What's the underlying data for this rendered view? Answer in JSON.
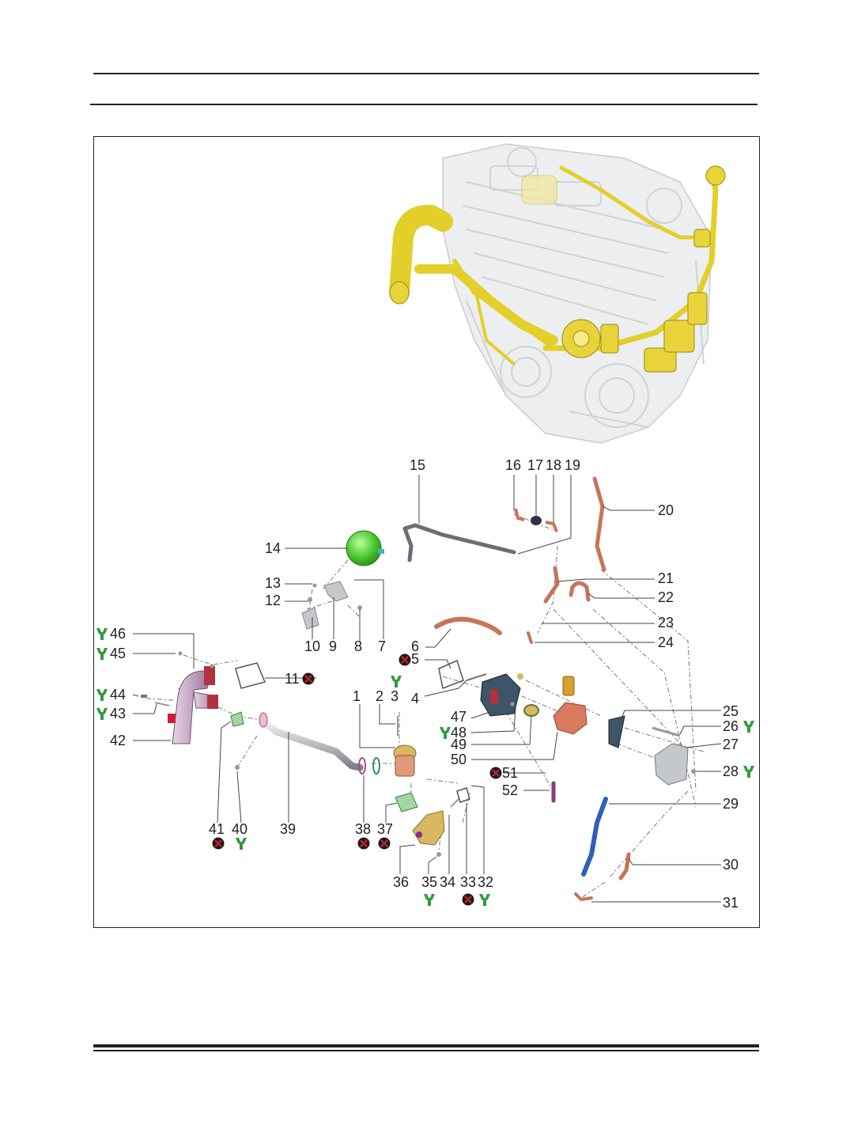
{
  "diagram": {
    "parts": [
      {
        "num": "1"
      },
      {
        "num": "2"
      },
      {
        "num": "3",
        "mark": "torque"
      },
      {
        "num": "4"
      },
      {
        "num": "5",
        "mark": "replace"
      },
      {
        "num": "6"
      },
      {
        "num": "7"
      },
      {
        "num": "8"
      },
      {
        "num": "9"
      },
      {
        "num": "10"
      },
      {
        "num": "11",
        "mark": "replace"
      },
      {
        "num": "12"
      },
      {
        "num": "13"
      },
      {
        "num": "14"
      },
      {
        "num": "15"
      },
      {
        "num": "16"
      },
      {
        "num": "17"
      },
      {
        "num": "18"
      },
      {
        "num": "19"
      },
      {
        "num": "20"
      },
      {
        "num": "21"
      },
      {
        "num": "22"
      },
      {
        "num": "23"
      },
      {
        "num": "24"
      },
      {
        "num": "25"
      },
      {
        "num": "26",
        "mark": "torque"
      },
      {
        "num": "27"
      },
      {
        "num": "28",
        "mark": "torque"
      },
      {
        "num": "29"
      },
      {
        "num": "30"
      },
      {
        "num": "31"
      },
      {
        "num": "32",
        "mark": "torque"
      },
      {
        "num": "33",
        "mark": "replace"
      },
      {
        "num": "34"
      },
      {
        "num": "35",
        "mark": "torque"
      },
      {
        "num": "36"
      },
      {
        "num": "37",
        "mark": "replace"
      },
      {
        "num": "38",
        "mark": "replace"
      },
      {
        "num": "39"
      },
      {
        "num": "40",
        "mark": "torque"
      },
      {
        "num": "41",
        "mark": "replace"
      },
      {
        "num": "42"
      },
      {
        "num": "43",
        "mark": "torque"
      },
      {
        "num": "44",
        "mark": "torque"
      },
      {
        "num": "45",
        "mark": "torque"
      },
      {
        "num": "46",
        "mark": "torque"
      },
      {
        "num": "47"
      },
      {
        "num": "48",
        "mark": "torque"
      },
      {
        "num": "49"
      },
      {
        "num": "50"
      },
      {
        "num": "51",
        "mark": "replace"
      },
      {
        "num": "52"
      }
    ],
    "icons": {
      "torque": "torque-wrench-icon",
      "replace": "replace-part-icon"
    },
    "colors": {
      "highlight": "#e8d43a",
      "hose": "#c8735a",
      "bracket": "#9aa0a8",
      "reservoir": "#52d63a",
      "flange": "#b33040",
      "replace": "#c0202a",
      "torque": "#2f9d3a"
    }
  }
}
